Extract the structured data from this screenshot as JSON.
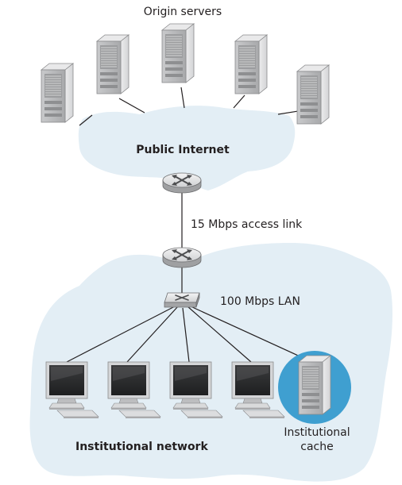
{
  "labels": {
    "origin_servers": "Origin servers",
    "public_internet": "Public Internet",
    "access_link": "15 Mbps access link",
    "lan": "100 Mbps LAN",
    "institutional_network": "Institutional network",
    "cache_line1": "Institutional",
    "cache_line2": "cache"
  },
  "colors": {
    "cloud_fill": "#e3eef5",
    "cache_highlight": "#3f9fd0",
    "link_line": "#231f20"
  },
  "icons": {
    "server": "server-tower-icon",
    "router": "router-icon",
    "switch": "switch-icon",
    "workstation": "desktop-computer-icon"
  }
}
